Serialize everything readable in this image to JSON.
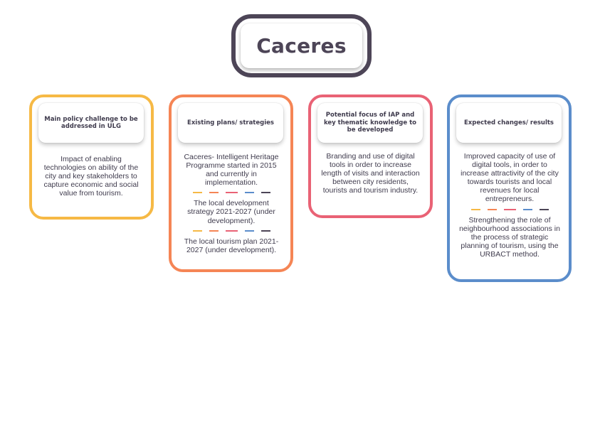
{
  "title": "Caceres",
  "colors": {
    "title_frame": "#4d4557",
    "col_yellow": "#f6b945",
    "col_orange": "#f58555",
    "col_red": "#e96275",
    "col_blue": "#5b8dcb",
    "sep_dark": "#4d4557"
  },
  "columns": [
    {
      "header": "Main policy challenge to be addressed in ULG",
      "items": [
        "Impact of enabling technologies on ability of the city and key stakeholders to capture economic and social value from tourism."
      ]
    },
    {
      "header": "Existing plans/ strategies",
      "items": [
        "Caceres- Intelligent Heritage Programme started in 2015 and currently in implementation.",
        "The local development strategy 2021-2027 (under development).",
        "The local tourism plan 2021-2027 (under development)."
      ]
    },
    {
      "header": "Potential focus of IAP and key thematic knowledge to be developed",
      "items": [
        "Branding and use of digital tools in order to increase length of visits and interaction between city residents, tourists and tourism industry."
      ]
    },
    {
      "header": "Expected changes/ results",
      "items": [
        "Improved capacity of use of digital tools, in order to increase attractivity of the city towards tourists and local revenues for local entrepreneurs.",
        "Strengthening the role of neighbourhood associations in the process of strategic planning of tourism, using the URBACT method."
      ]
    }
  ]
}
